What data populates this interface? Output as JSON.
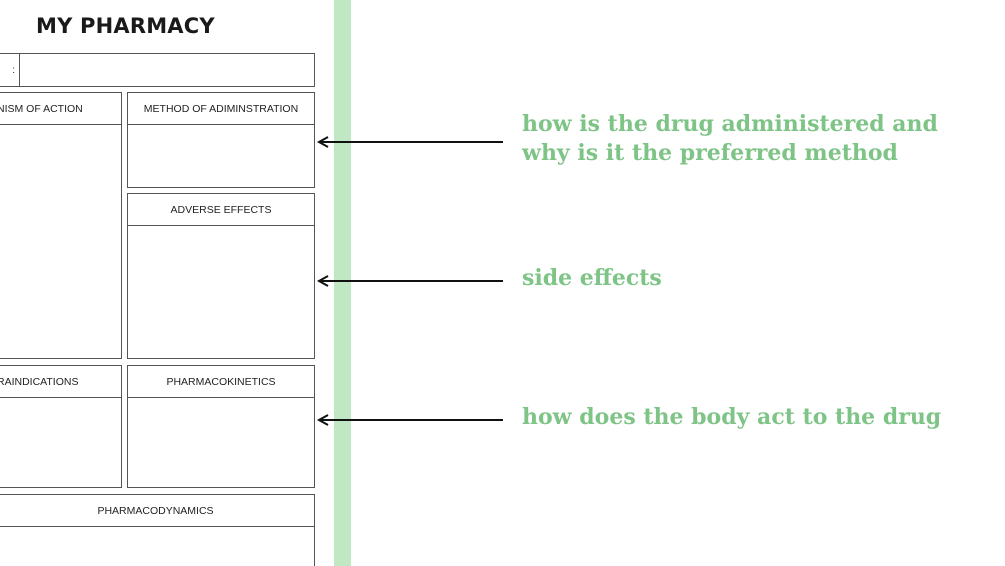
{
  "worksheet": {
    "title": "MY PHARMACY",
    "name_label": ":",
    "sections": {
      "mechanism": "NISM OF ACTION",
      "method": "METHOD OF ADIMINSTRATION",
      "adverse": "ADVERSE EFFECTS",
      "contraindications": "RAINDICATIONS",
      "pharmacokinetics": "PHARMACOKINETICS",
      "pharmacodynamics": "PHARMACODYNAMICS"
    }
  },
  "annotations": {
    "method": [
      "how is the drug administered and",
      "why is it the preferred method"
    ],
    "adverse": "side effects",
    "pharmacokinetics": "how does the body act to the drug"
  },
  "colors": {
    "accent_green": "#7ec486",
    "bar_green": "#bfe8c3",
    "border": "#555555"
  }
}
